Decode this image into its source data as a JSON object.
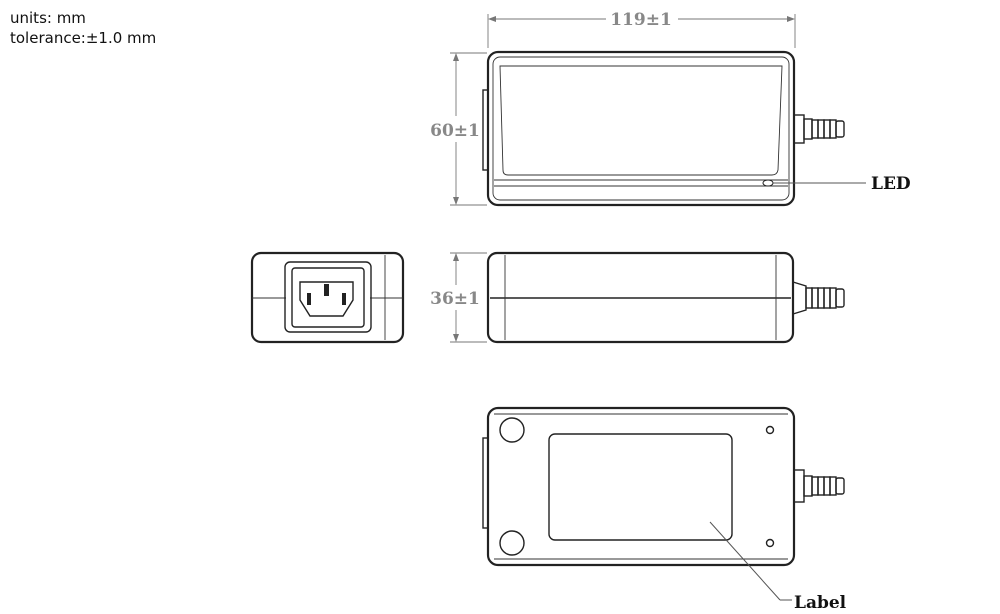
{
  "notes": {
    "units": "units: mm",
    "tolerance": "tolerance:±1.0 mm"
  },
  "dimensions": {
    "length": "119±1",
    "width": "60±1",
    "height": "36±1"
  },
  "callouts": {
    "led": "LED",
    "label": "Label"
  }
}
